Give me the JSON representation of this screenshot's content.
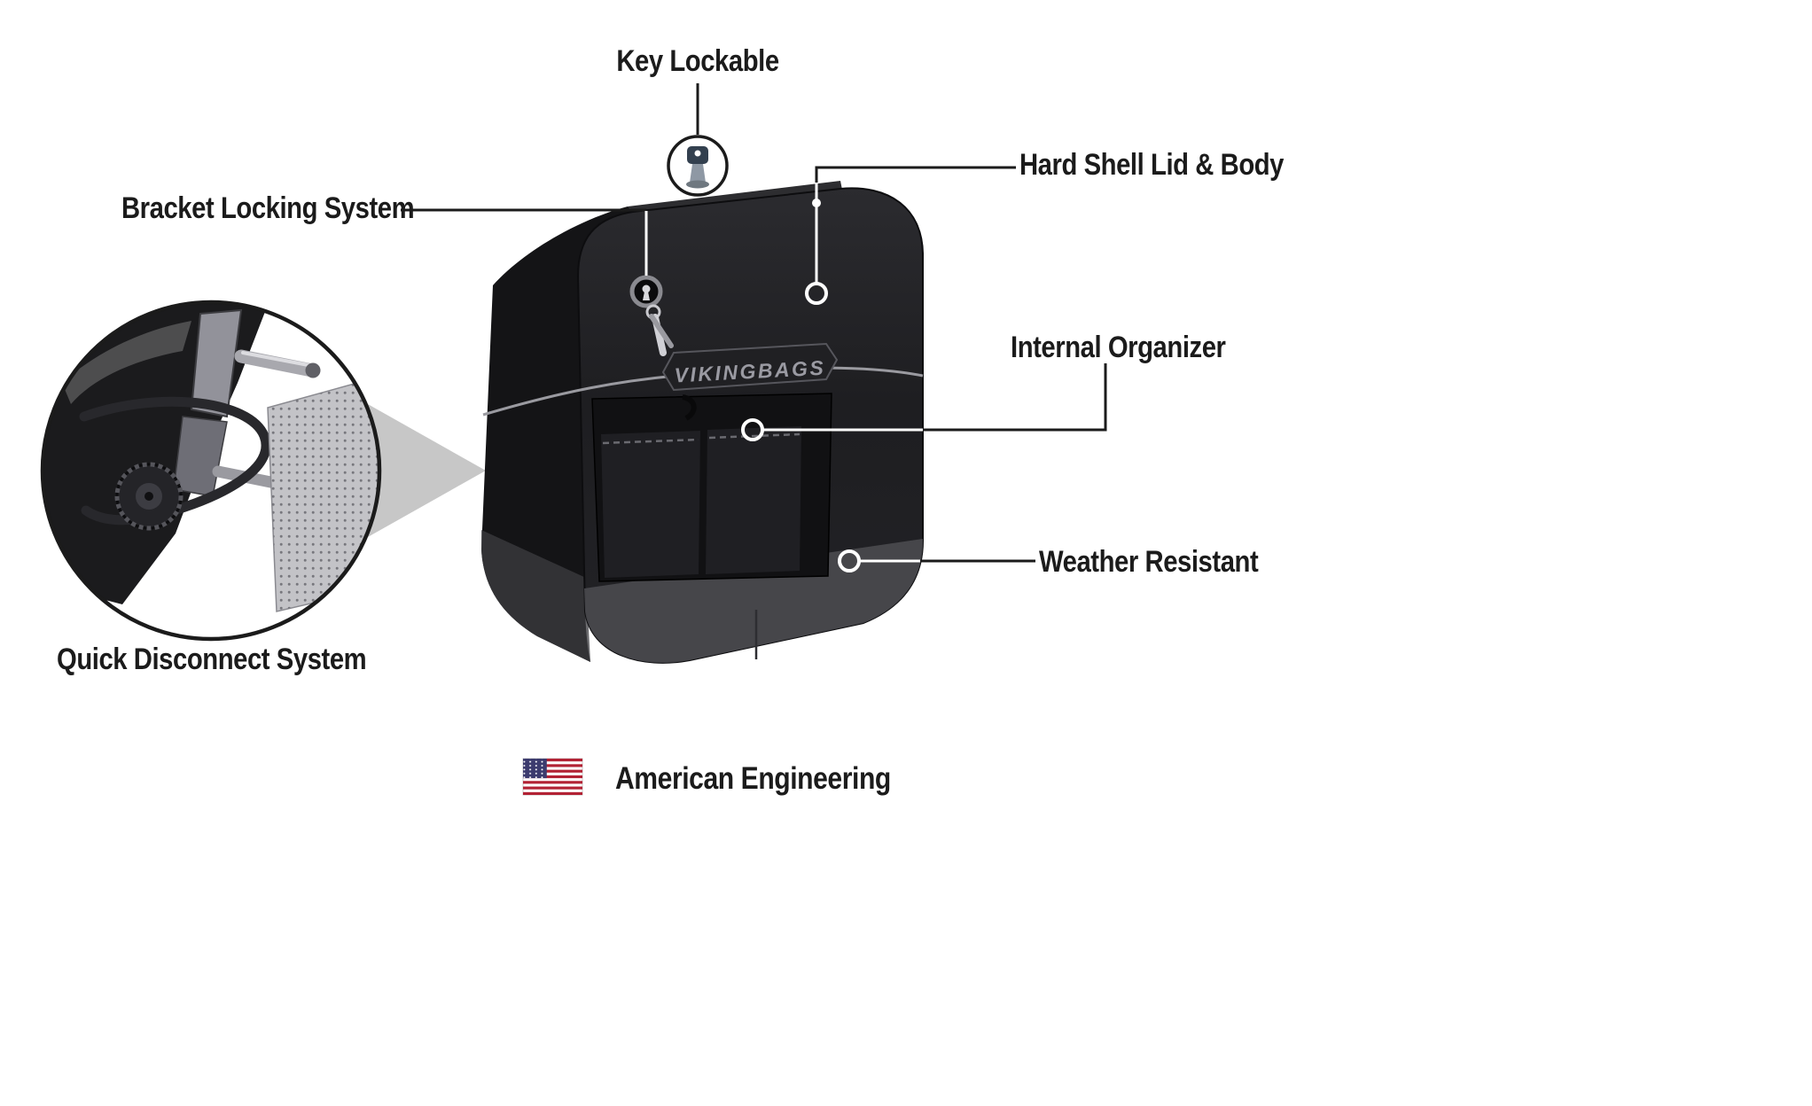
{
  "colors": {
    "ink": "#1b1b1b",
    "bag_front": "#1e1e21",
    "bag_side": "#141416",
    "bag_bottom_band": "#4b4b50",
    "seam": "#9a9aa0",
    "wedge": "#c7c7c7",
    "white_line": "#ffffff",
    "flag_red": "#b22234",
    "flag_blue": "#3c3b6e",
    "key_head": "#33404f",
    "logo_text": "#9a9aa2"
  },
  "callouts": {
    "key_lockable": {
      "label": "Key Lockable"
    },
    "hard_shell": {
      "label": "Hard Shell Lid & Body"
    },
    "bracket_locking": {
      "label": "Bracket Locking System"
    },
    "internal_organizer": {
      "label": "Internal Organizer"
    },
    "weather_resistant": {
      "label": "Weather Resistant"
    },
    "quick_disconnect": {
      "label": "Quick Disconnect System"
    },
    "american_engineering": {
      "label": "American Engineering"
    }
  },
  "product": {
    "brand_logo": "VIKINGBAGS"
  },
  "icons": {
    "flag": "us-flag-icon",
    "key": "key-icon",
    "keyhole": "keyhole-lock-icon"
  }
}
